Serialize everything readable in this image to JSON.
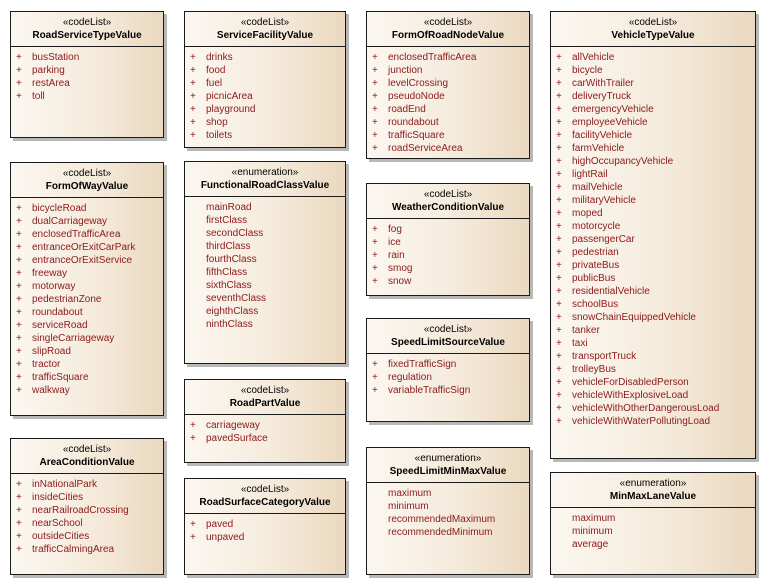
{
  "classes": [
    {
      "id": "road-service-type-value",
      "stereotype": "«codeList»",
      "name": "RoadServiceTypeValue",
      "marker": "+",
      "items": [
        "busStation",
        "parking",
        "restArea",
        "toll"
      ]
    },
    {
      "id": "form-of-way-value",
      "stereotype": "«codeList»",
      "name": "FormOfWayValue",
      "marker": "+",
      "items": [
        "bicycleRoad",
        "dualCarriageway",
        "enclosedTrafficArea",
        "entranceOrExitCarPark",
        "entranceOrExitService",
        "freeway",
        "motorway",
        "pedestrianZone",
        "roundabout",
        "serviceRoad",
        "singleCarriageway",
        "slipRoad",
        "tractor",
        "trafficSquare",
        "walkway"
      ]
    },
    {
      "id": "area-condition-value",
      "stereotype": "«codeList»",
      "name": "AreaConditionValue",
      "marker": "+",
      "items": [
        "inNationalPark",
        "insideCities",
        "nearRailroadCrossing",
        "nearSchool",
        "outsideCities",
        "trafficCalmingArea"
      ]
    },
    {
      "id": "service-facility-value",
      "stereotype": "«codeList»",
      "name": "ServiceFacilityValue",
      "marker": "+",
      "items": [
        "drinks",
        "food",
        "fuel",
        "picnicArea",
        "playground",
        "shop",
        "toilets"
      ]
    },
    {
      "id": "functional-road-class-value",
      "stereotype": "«enumeration»",
      "name": "FunctionalRoadClassValue",
      "marker": "",
      "items": [
        "mainRoad",
        "firstClass",
        "secondClass",
        "thirdClass",
        "fourthClass",
        "fifthClass",
        "sixthClass",
        "seventhClass",
        "eighthClass",
        "ninthClass"
      ]
    },
    {
      "id": "road-part-value",
      "stereotype": "«codeList»",
      "name": "RoadPartValue",
      "marker": "+",
      "items": [
        "carriageway",
        "pavedSurface"
      ]
    },
    {
      "id": "road-surface-category-value",
      "stereotype": "«codeList»",
      "name": "RoadSurfaceCategoryValue",
      "marker": "+",
      "items": [
        "paved",
        "unpaved"
      ]
    },
    {
      "id": "form-of-road-node-value",
      "stereotype": "«codeList»",
      "name": "FormOfRoadNodeValue",
      "marker": "+",
      "items": [
        "enclosedTrafficArea",
        "junction",
        "levelCrossing",
        "pseudoNode",
        "roadEnd",
        "roundabout",
        "trafficSquare",
        "roadServiceArea"
      ]
    },
    {
      "id": "weather-condition-value",
      "stereotype": "«codeList»",
      "name": "WeatherConditionValue",
      "marker": "+",
      "items": [
        "fog",
        "ice",
        "rain",
        "smog",
        "snow"
      ]
    },
    {
      "id": "speed-limit-source-value",
      "stereotype": "«codeList»",
      "name": "SpeedLimitSourceValue",
      "marker": "+",
      "items": [
        "fixedTrafficSign",
        "regulation",
        "variableTrafficSign"
      ]
    },
    {
      "id": "speed-limit-min-max-value",
      "stereotype": "«enumeration»",
      "name": "SpeedLimitMinMaxValue",
      "marker": "",
      "items": [
        "maximum",
        "minimum",
        "recommendedMaximum",
        "recommendedMinimum"
      ]
    },
    {
      "id": "vehicle-type-value",
      "stereotype": "«codeList»",
      "name": "VehicleTypeValue",
      "marker": "+",
      "items": [
        "allVehicle",
        "bicycle",
        "carWithTrailer",
        "deliveryTruck",
        "emergencyVehicle",
        "employeeVehicle",
        "facilityVehicle",
        "farmVehicle",
        "highOccupancyVehicle",
        "lightRail",
        "mailVehicle",
        "militaryVehicle",
        "moped",
        "motorcycle",
        "passengerCar",
        "pedestrian",
        "privateBus",
        "publicBus",
        "residentialVehicle",
        "schoolBus",
        "snowChainEquippedVehicle",
        "tanker",
        "taxi",
        "transportTruck",
        "trolleyBus",
        "vehicleForDisabledPerson",
        "vehicleWithExplosiveLoad",
        "vehicleWithOtherDangerousLoad",
        "vehicleWithWaterPollutingLoad"
      ]
    },
    {
      "id": "min-max-lane-value",
      "stereotype": "«enumeration»",
      "name": "MinMaxLaneValue",
      "marker": "",
      "items": [
        "maximum",
        "minimum",
        "average"
      ]
    }
  ]
}
